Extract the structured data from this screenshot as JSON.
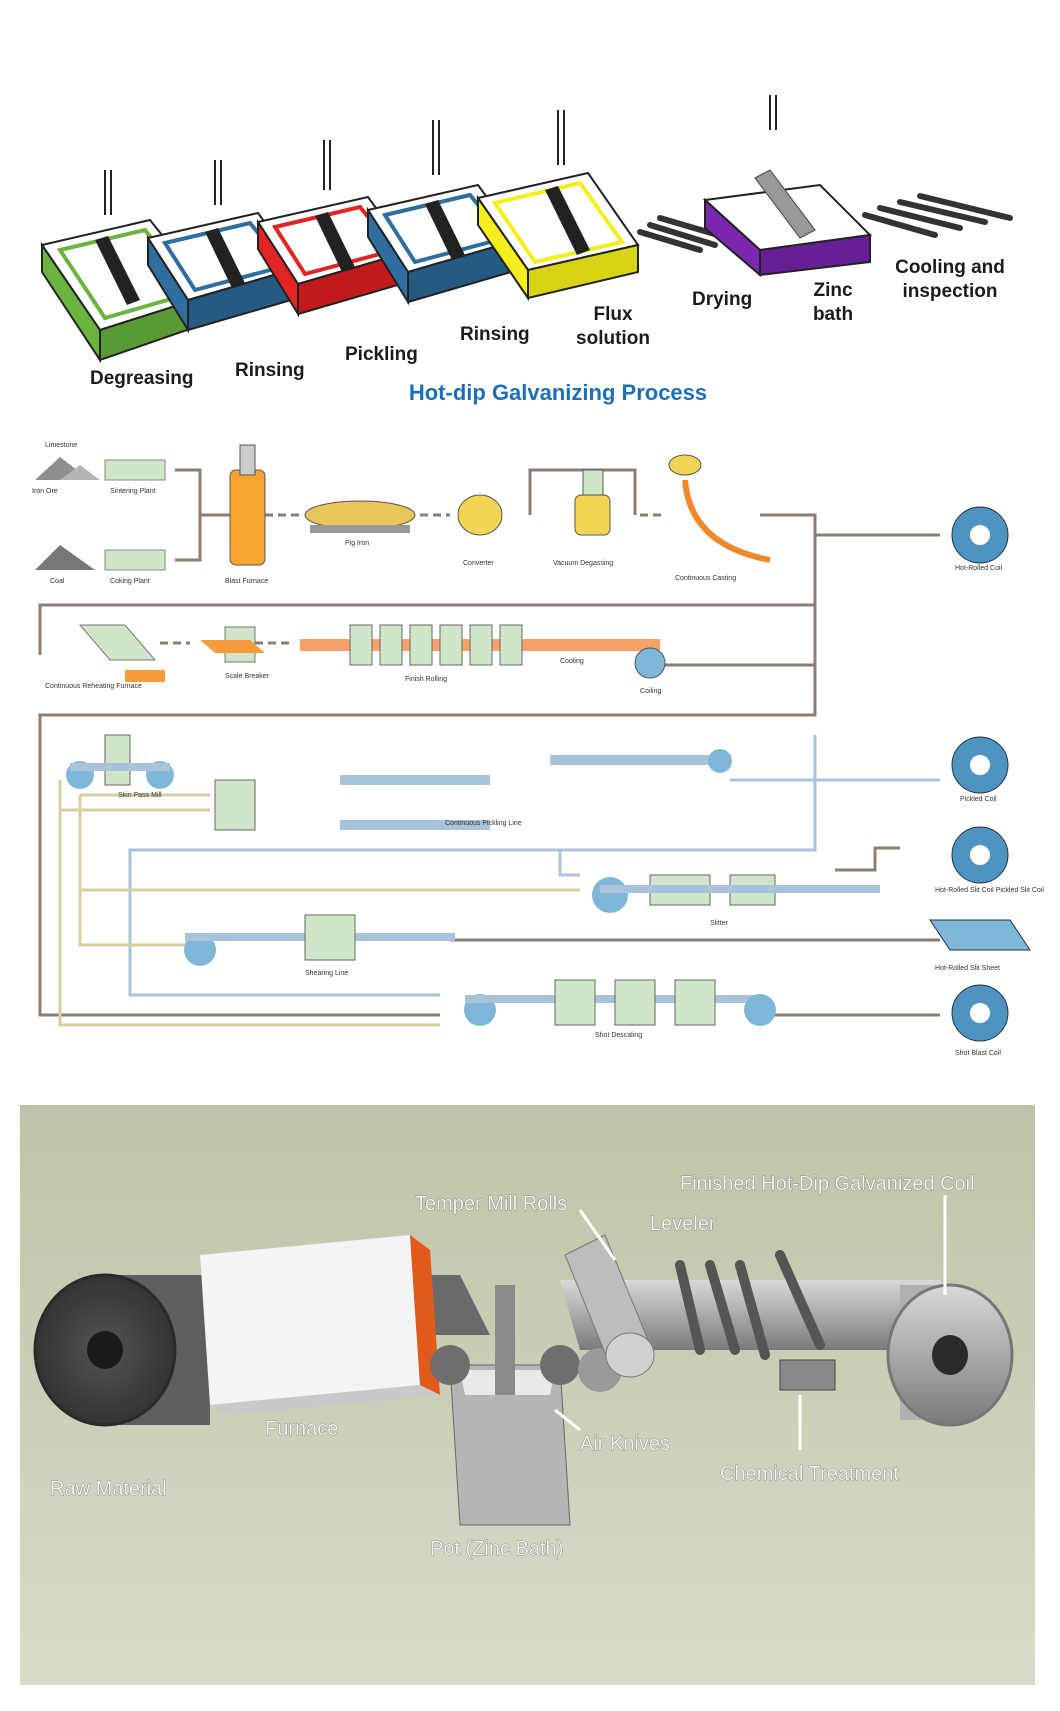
{
  "galvanizing": {
    "title": "Hot-dip Galvanizing Process",
    "title_color": "#1d6fb8",
    "steps": [
      {
        "label": "Degreasing",
        "color": "#6db33f"
      },
      {
        "label": "Rinsing",
        "color": "#2f6e9e"
      },
      {
        "label": "Pickling",
        "color": "#e32424"
      },
      {
        "label": "Rinsing",
        "color": "#2f6e9e"
      },
      {
        "label": "Flux solution",
        "color": "#f4ee1d"
      },
      {
        "label": "Drying",
        "color": ""
      },
      {
        "label": "Zinc bath",
        "color": "#7b27b0"
      },
      {
        "label": "Cooling and inspection",
        "color": ""
      }
    ]
  },
  "steel_flow": {
    "labels": {
      "limestone": "Limestone",
      "iron_ore": "Iron Ore",
      "sintering": "Sintering Plant",
      "coal": "Coal",
      "coking": "Coking Plant",
      "blast_furnace": "Blast Furnace",
      "pig_iron": "Pig Iron",
      "converter": "Converter",
      "vacuum": "Vacuum Degassing",
      "casting": "Continuous Casting",
      "hot_coil": "Hot-Rolled Coil",
      "reheating": "Continuous Reheating Furnace",
      "scale_breaker": "Scale Breaker",
      "finish_rolling": "Finish Rolling",
      "cooling": "Cooling",
      "coiling": "Coiling",
      "skin_pass": "Skin Pass Mill",
      "pickling_line": "Continuous Pickling Line",
      "pickled_coil": "Pickled Coil",
      "slit_coil": "Hot-Rolled Slit Coil Pickled Slit Coil",
      "slitter": "Slitter",
      "shearing": "Shearing Line",
      "slit_sheet": "Hot-Rolled Slit Sheet",
      "shot_descaling": "Shot Descaling",
      "shot_blast_coil": "Shot Blast Coil"
    }
  },
  "line_3d": {
    "labels": {
      "raw": "Raw Material",
      "furnace": "Furnace",
      "pot": "Pot (Zinc Bath)",
      "air_knives": "Air Knives",
      "temper": "Temper Mill Rolls",
      "leveler": "Leveler",
      "chemical": "Chemical Treatment",
      "finished": "Finished Hot-Dip Galvanized Coil"
    }
  }
}
